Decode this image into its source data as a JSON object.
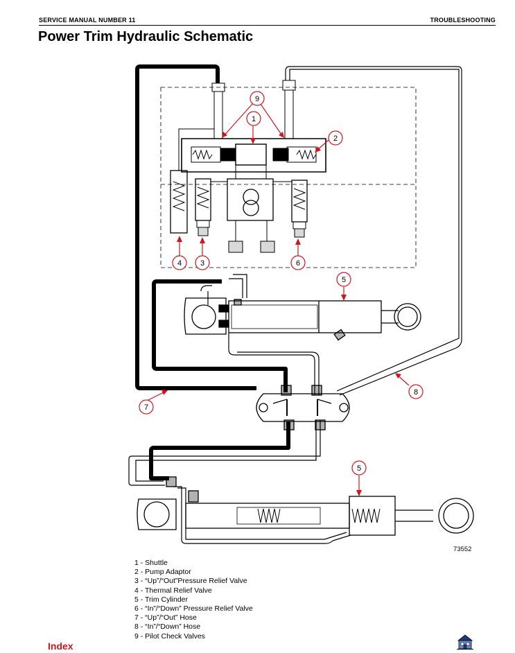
{
  "header": {
    "left": "SERVICE MANUAL NUMBER 11",
    "right": "TROUBLESHOOTING"
  },
  "title": "Power Trim Hydraulic Schematic",
  "figure_number": "73552",
  "callouts": [
    "1",
    "2",
    "3",
    "4",
    "5",
    "6",
    "7",
    "8",
    "9",
    "5"
  ],
  "legend": [
    "1 - Shuttle",
    "2 - Pump Adaptor",
    "3 - “Up”/“Out”Pressure Relief Valve",
    "4 - Thermal Relief Valve",
    "5 - Trim Cylinder",
    "6 - “In”/“Down” Pressure Relief Valve",
    "7 - “Up”/“Out” Hose",
    "8 - “In”/“Down” Hose",
    "9 - Pilot Check Valves"
  ],
  "footer": {
    "index_label": "Index"
  },
  "icons": {
    "logo": "home-building-icon"
  },
  "colors": {
    "callout": "#d4141c",
    "index_link": "#d4141c",
    "line": "#000000"
  }
}
